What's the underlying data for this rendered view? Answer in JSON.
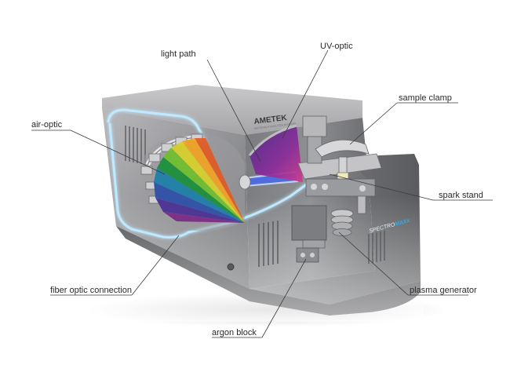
{
  "callouts": [
    {
      "id": "light-path",
      "label": "light path"
    },
    {
      "id": "uv-optic",
      "label": "UV-optic"
    },
    {
      "id": "sample-clamp",
      "label": "sample clamp"
    },
    {
      "id": "air-optic",
      "label": "air-optic"
    },
    {
      "id": "spark-stand",
      "label": "spark stand"
    },
    {
      "id": "fiber-optic-connection",
      "label": "fiber optic connection"
    },
    {
      "id": "plasma-generator",
      "label": "plasma generator"
    },
    {
      "id": "argon-block",
      "label": "argon block"
    }
  ],
  "device": {
    "brand": "AMETEK",
    "brand_subtitle": "MATERIALS ANALYSIS DIVISION",
    "model_prefix": "SPECTRO",
    "model_suffix": "MAXx"
  },
  "colors": {
    "housing": "#8e8e90",
    "housing_dark": "#5f6062",
    "fiber_glow": "#bfe9ff",
    "model_accent": "#3fa7e6"
  }
}
